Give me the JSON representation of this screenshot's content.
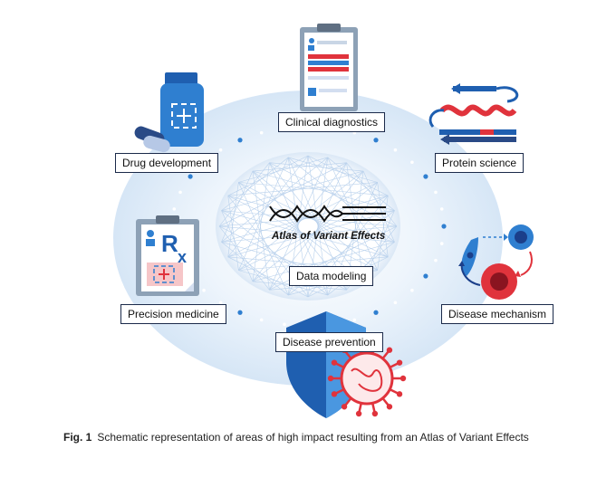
{
  "center": {
    "title": "Atlas of Variant Effects",
    "core_label": "Data modeling"
  },
  "nodes": [
    {
      "key": "clinical",
      "label": "Clinical diagnostics",
      "icon": "clipboard-chart-icon"
    },
    {
      "key": "drug",
      "label": "Drug development",
      "icon": "medicine-vial-icon"
    },
    {
      "key": "protein",
      "label": "Protein science",
      "icon": "protein-structure-icon"
    },
    {
      "key": "precision",
      "label": "Precision medicine",
      "icon": "prescription-clipboard-icon"
    },
    {
      "key": "mechanism",
      "label": "Disease mechanism",
      "icon": "cell-cycle-icon"
    },
    {
      "key": "prevention",
      "label": "Disease prevention",
      "icon": "shield-virus-icon"
    }
  ],
  "caption": {
    "fig": "Fig. 1",
    "text": "Schematic representation of areas of high impact resulting from an Atlas of Variant Effects"
  },
  "colors": {
    "blue": "#2f7fd0",
    "dark_blue": "#1b3f8a",
    "red": "#e0333c",
    "halo": "#dbeaf8",
    "line": "#1b2a4a"
  }
}
